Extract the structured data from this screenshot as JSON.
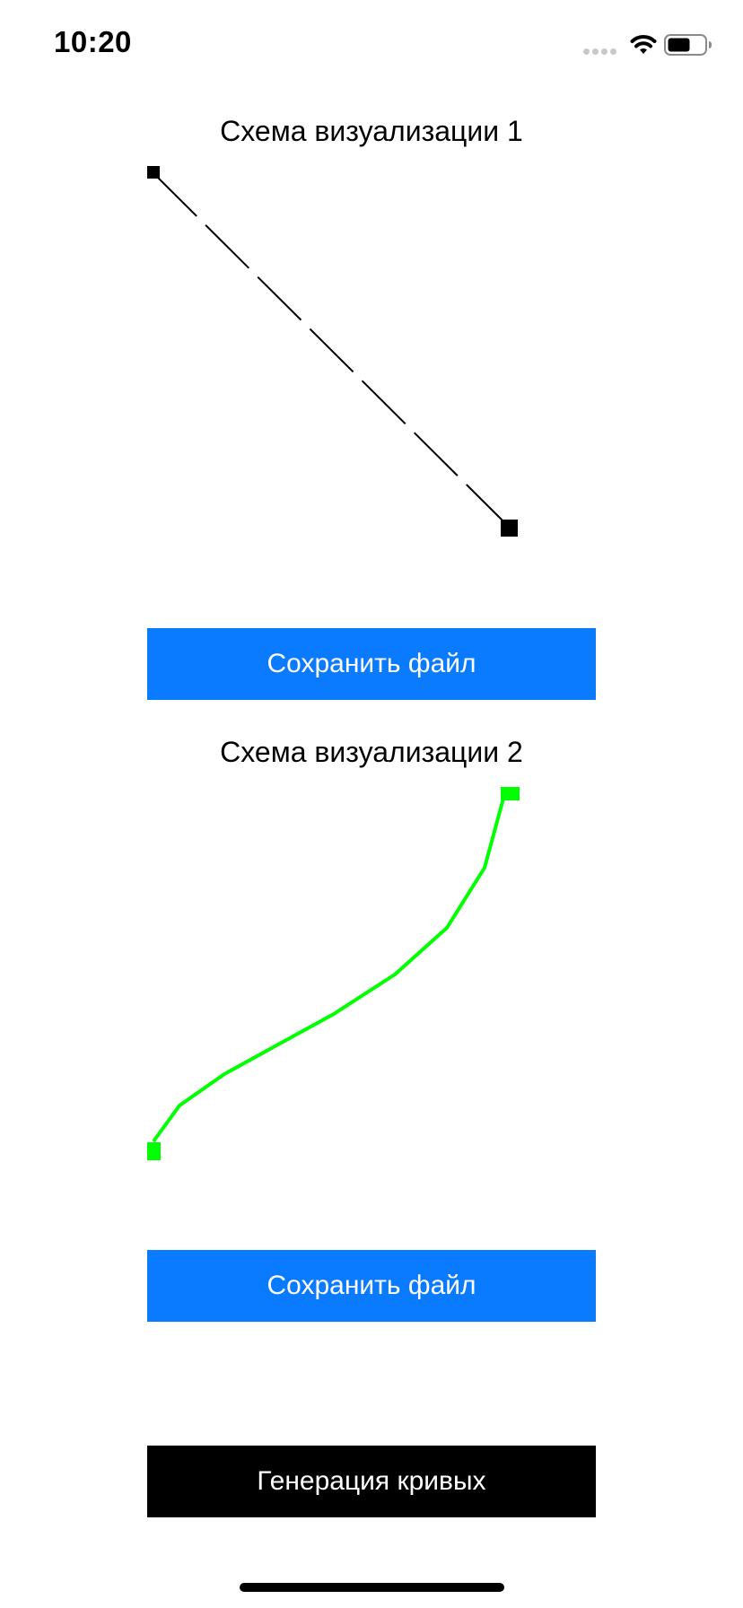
{
  "status_bar": {
    "time": "10:20",
    "icons": [
      "signal-dots-icon",
      "wifi-icon",
      "battery-icon"
    ]
  },
  "schema1": {
    "title": "Схема визуализации 1",
    "line_color": "#000000",
    "line_style": "dashed",
    "save_button": "Сохранить файл"
  },
  "schema2": {
    "title": "Схема визуализации 2",
    "line_color": "#00ff00",
    "line_style": "solid",
    "save_button": "Сохранить файл"
  },
  "generate_button": "Генерация кривых",
  "colors": {
    "button_blue": "#0a7aff",
    "button_black": "#000000",
    "curve_green": "#00ff00"
  }
}
